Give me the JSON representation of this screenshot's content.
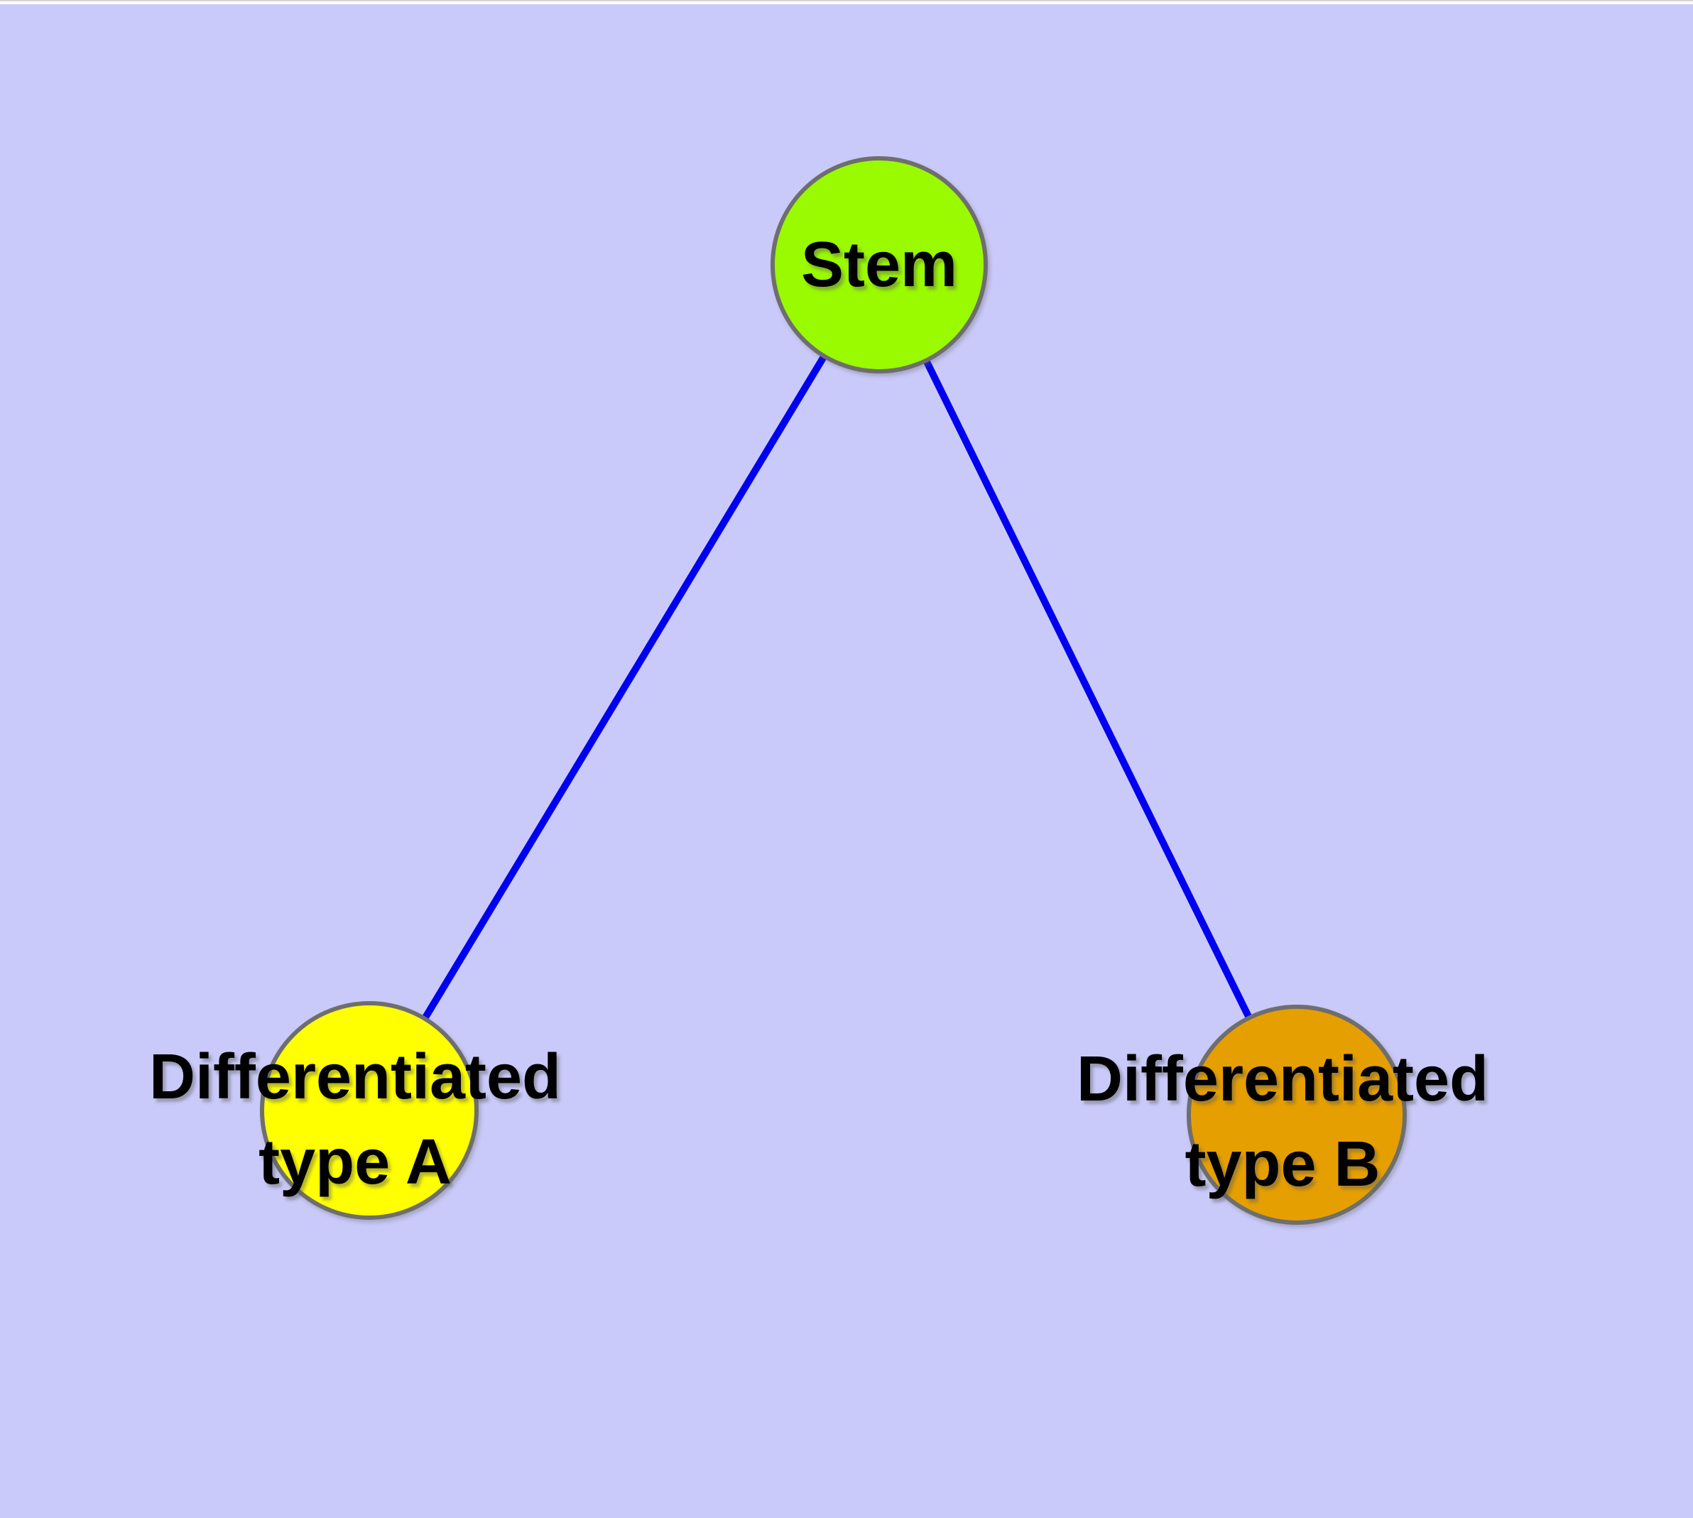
{
  "diagram": {
    "type": "node-link-graph",
    "title": "",
    "background_color": "#CACAFA",
    "top_strip_color": "#FFFFFF",
    "edge_color": "#0000F0",
    "node_border_color": "#6E6E6E",
    "label_color": "#000000",
    "nodes": [
      {
        "id": "stem",
        "label": "Stem",
        "fill": "#9AFA00"
      },
      {
        "id": "differentiated-type-a",
        "label": "Differentiated type A",
        "label_line1": "Differentiated",
        "label_line2": "type A",
        "fill": "#FFFF00"
      },
      {
        "id": "differentiated-type-b",
        "label": "Differentiated type B",
        "label_line1": "Differentiated",
        "label_line2": "type B",
        "fill": "#E69F00"
      }
    ],
    "edges": [
      {
        "from": "Stem",
        "to": "Differentiated type A"
      },
      {
        "from": "Stem",
        "to": "Differentiated type B"
      }
    ]
  }
}
